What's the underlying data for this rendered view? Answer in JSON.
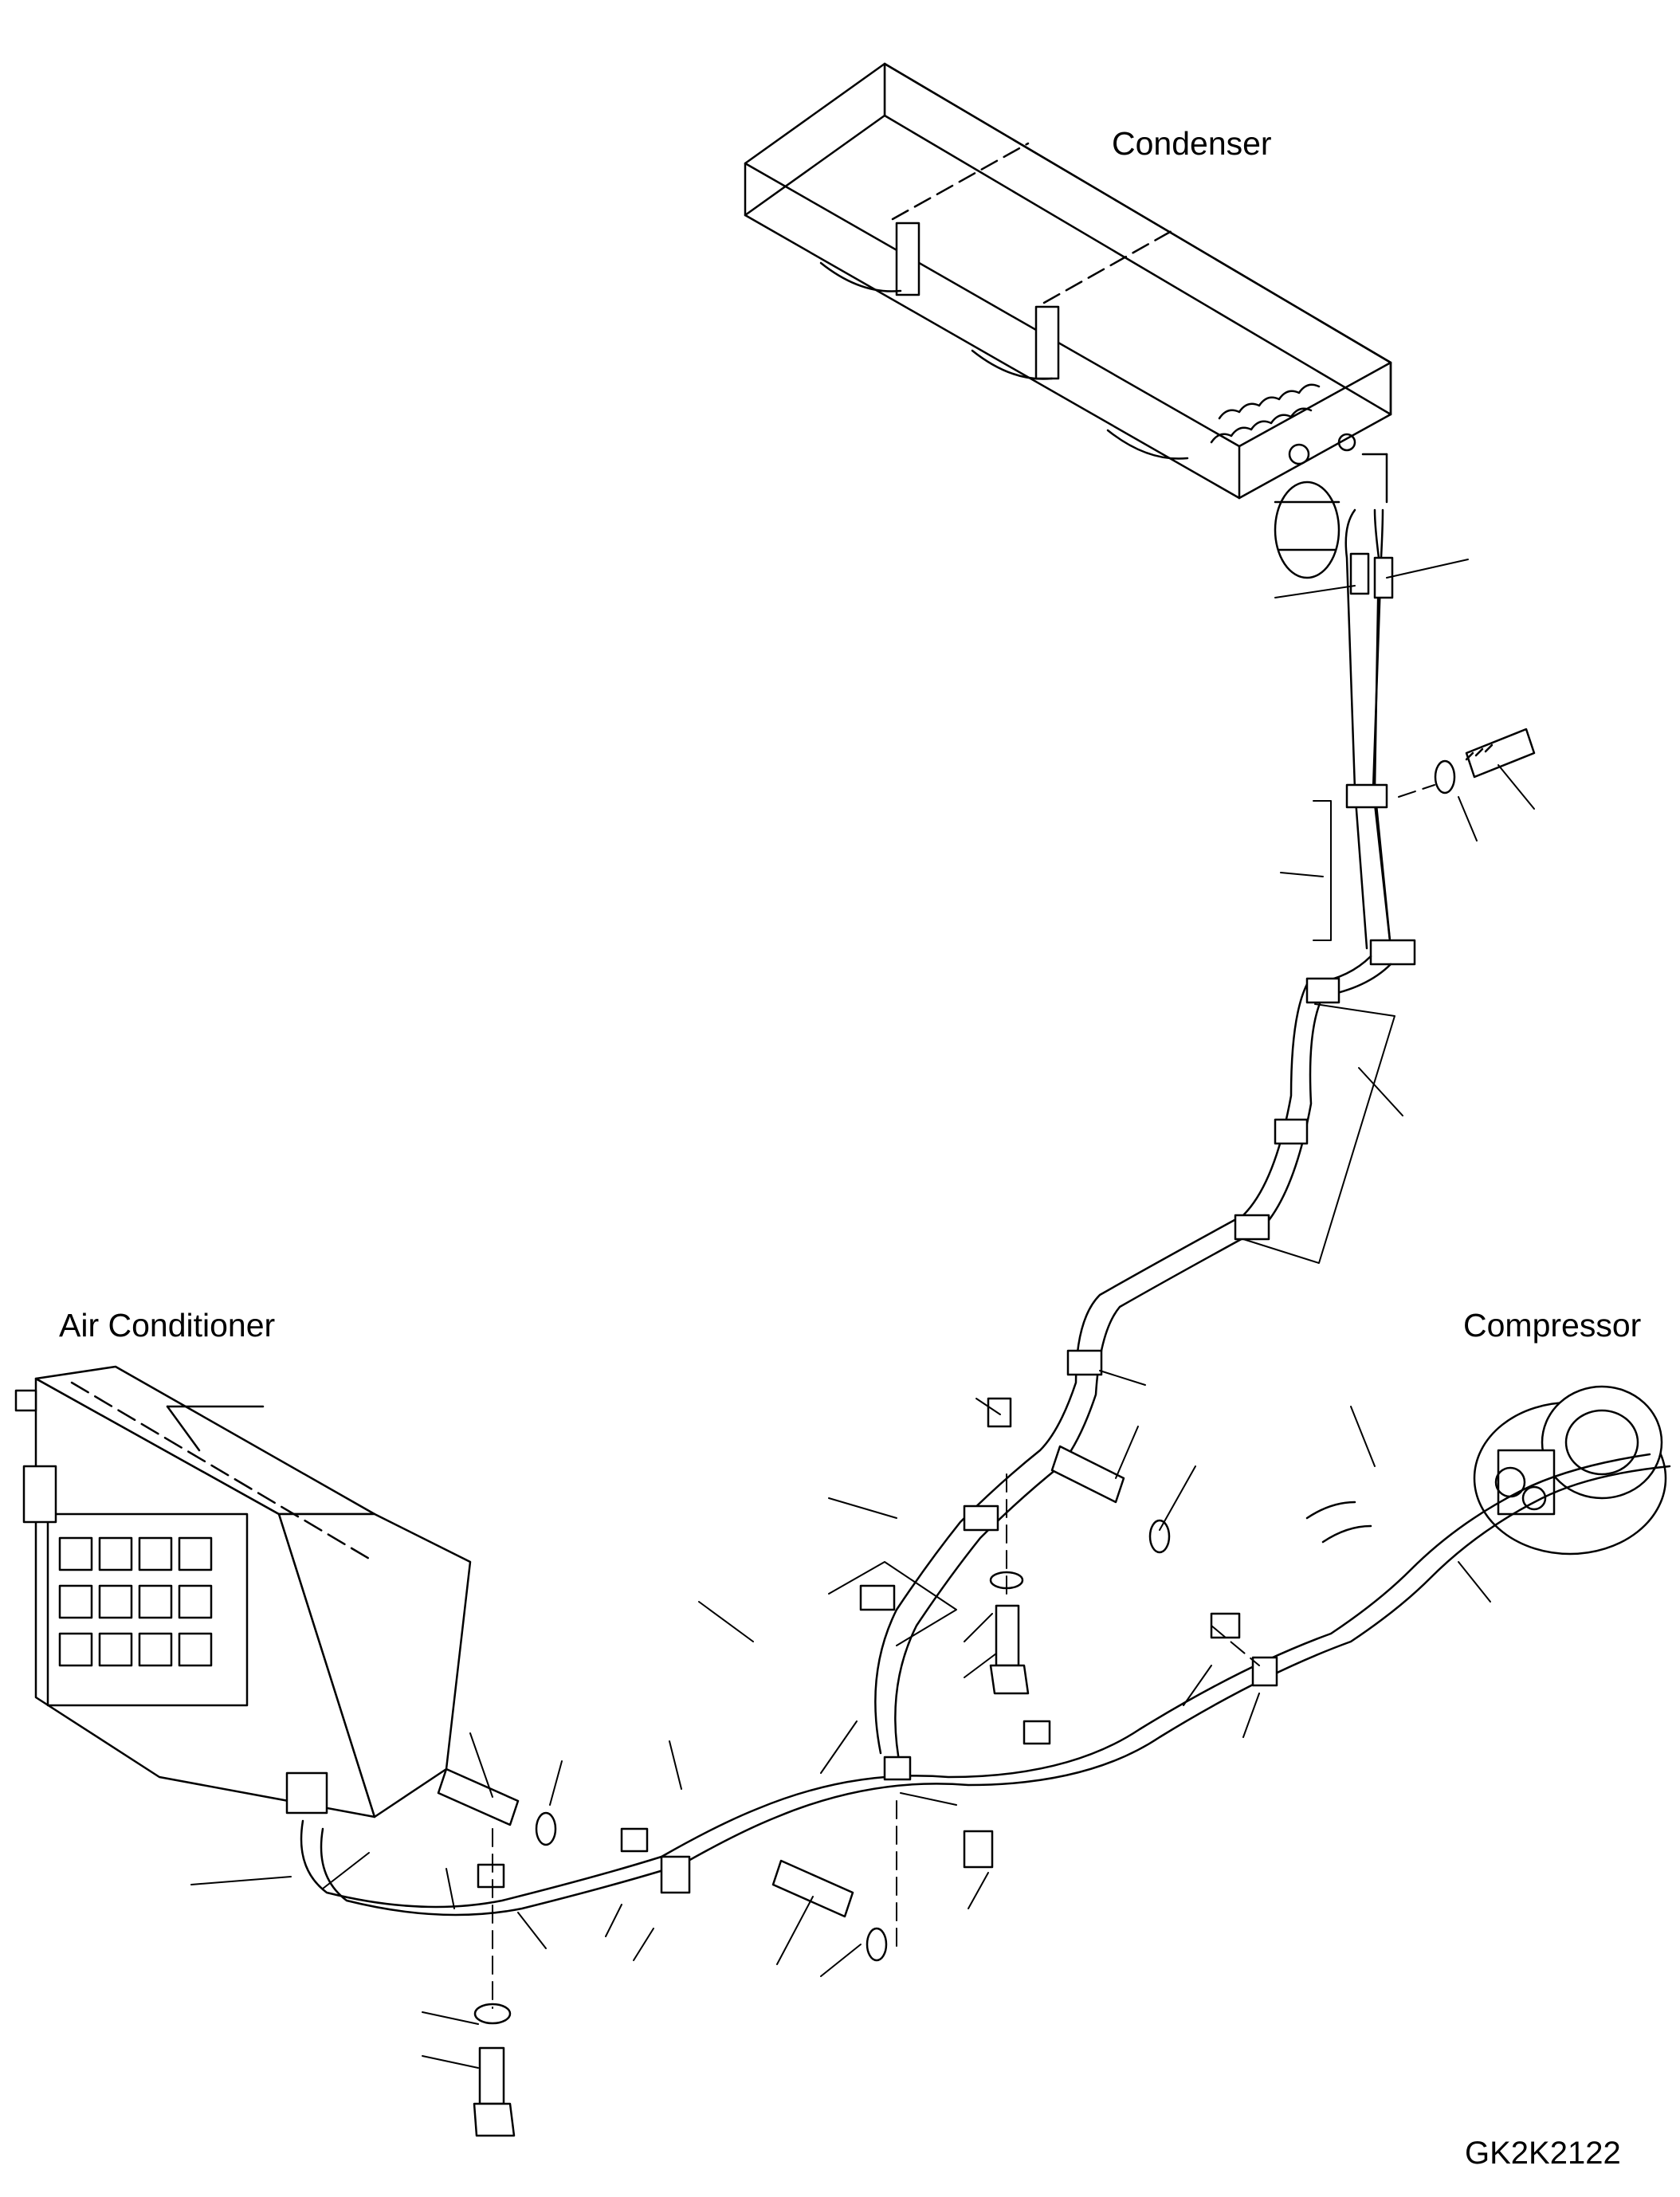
{
  "labels": {
    "condenser": "Condenser",
    "air_conditioner": "Air Conditioner",
    "compressor": "Compressor",
    "figure_code": "GK2K2122"
  },
  "colors": {
    "ink": "#000000",
    "paper": "#ffffff"
  }
}
